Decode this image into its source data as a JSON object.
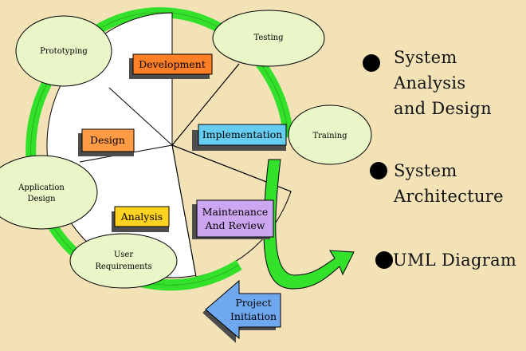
{
  "diagram": {
    "ellipses": {
      "prototyping": "Prototyping",
      "testing": "Testing",
      "training": "Training",
      "application_design_line1": "Application",
      "application_design_line2": "Design",
      "user_requirements_line1": "User",
      "user_requirements_line2": "Requirements"
    },
    "boxes": {
      "development": "Development",
      "design": "Design",
      "implementation": "Implementation",
      "analysis": "Analysis",
      "maintenance_line1": "Maintenance",
      "maintenance_line2": "And Review"
    },
    "project_initiation_line1": "Project",
    "project_initiation_line2": "Initiation",
    "colors": {
      "background": "#f2e2b6",
      "ring_green": "#33e02a",
      "ellipse_fill": "#e8f6c8",
      "development": "#ff7f27",
      "design": "#ff9a45",
      "implementation": "#66ccf0",
      "analysis": "#ffd21f",
      "maintenance": "#cca6f0",
      "project_initiation": "#6fa8ee",
      "shadow": "#4d4d4d"
    }
  },
  "bullets": [
    {
      "lines": [
        "System",
        "Analysis",
        "and Design"
      ]
    },
    {
      "lines": [
        "System",
        "Architecture"
      ]
    },
    {
      "lines": [
        "UML Diagram"
      ]
    }
  ]
}
